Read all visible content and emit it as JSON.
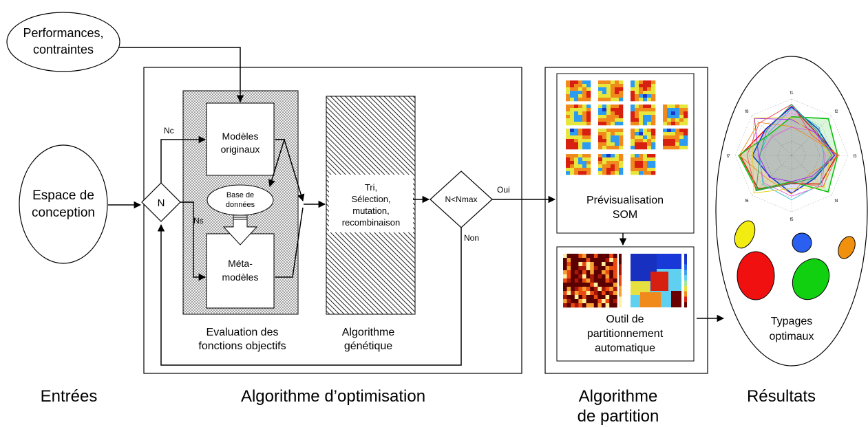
{
  "inputs": {
    "performances": [
      "Performances,",
      "contraintes"
    ],
    "design_space": [
      "Espace de",
      "conception"
    ]
  },
  "decision_n": {
    "label": "N",
    "branch_nc": "Nc",
    "branch_ns": "Ns"
  },
  "evaluation": {
    "original_models": [
      "Modèles",
      "originaux"
    ],
    "database": [
      "Base de",
      "données"
    ],
    "meta_models": [
      "Méta-",
      "modèles"
    ],
    "caption": [
      "Evaluation des",
      "fonctions objectifs"
    ]
  },
  "genetic": {
    "operators": [
      "Tri,",
      "Sélection,",
      "mutation,",
      "recombinaison"
    ],
    "caption": [
      "Algorithme",
      "génétique"
    ]
  },
  "decision_nmax": {
    "label": "N<Nmax",
    "yes": "Oui",
    "no": "Non"
  },
  "partition": {
    "preview": [
      "Prévisualisation",
      "SOM"
    ],
    "tool": [
      "Outil de",
      "partitionnement",
      "automatique"
    ]
  },
  "results": {
    "radar_axis_labels": [
      "f1",
      "f2",
      "f3",
      "f4",
      "f5",
      "f6",
      "f7",
      "f8"
    ],
    "caption": [
      "Typages",
      "optimaux"
    ],
    "cluster_colors": [
      "#f2ec10",
      "#2a5ff0",
      "#f0900c",
      "#f01010",
      "#10d010"
    ]
  },
  "bottom_labels": {
    "inputs": "Entrées",
    "optimization": "Algorithme d’optimisation",
    "partition": [
      "Algorithme",
      "de partition"
    ],
    "results": "Résultats"
  },
  "colors": {
    "line": "#000000",
    "som_palette": [
      "#1d34c8",
      "#2d9cf0",
      "#e6e63c",
      "#f08a1c",
      "#d82010"
    ],
    "umatrix_palette": [
      "#5a0000",
      "#a81808",
      "#e84a10",
      "#f5a030",
      "#fff0a0"
    ]
  }
}
